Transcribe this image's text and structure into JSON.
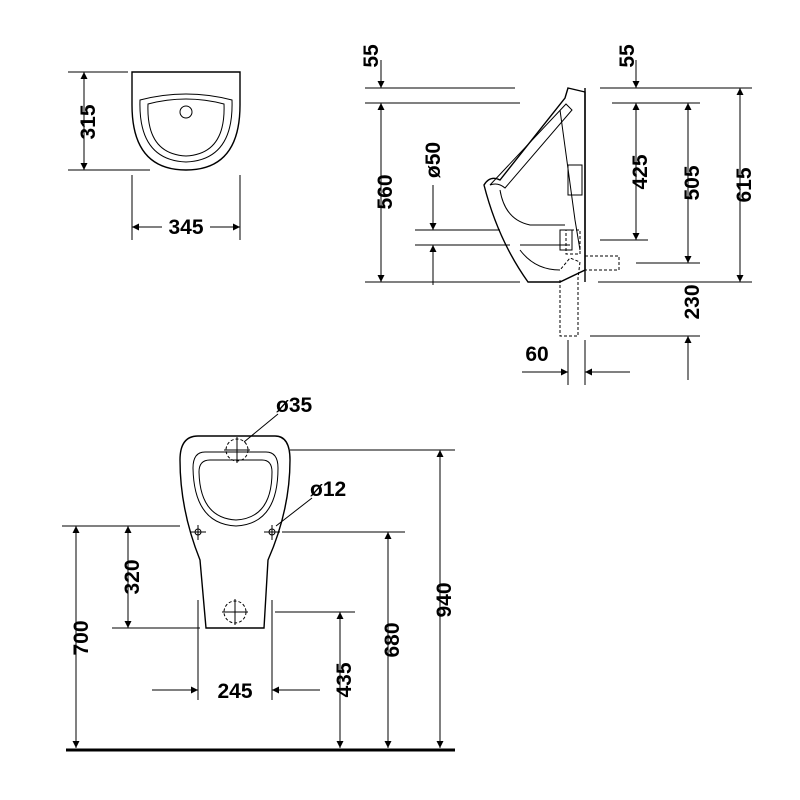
{
  "top_view": {
    "depth": "315",
    "width": "345"
  },
  "side_view": {
    "top_offset_left": "55",
    "top_offset_right": "55",
    "height_560": "560",
    "outlet_diameter": "ø50",
    "height_425": "425",
    "height_505": "505",
    "height_615": "615",
    "drop_230": "230",
    "offset_60": "60"
  },
  "front_view": {
    "inlet_diameter": "ø35",
    "fixing_hole_diameter": "ø12",
    "fixing_spacing_vertical": "320",
    "fixing_height": "700",
    "fixing_spacing_horizontal": "245",
    "outlet_height": "435",
    "rim_height": "680",
    "total_height": "940"
  }
}
